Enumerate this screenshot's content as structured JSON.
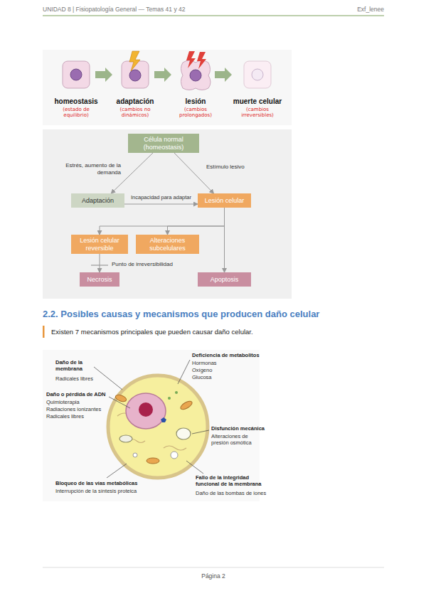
{
  "diagram": {
    "title": "2.2. Posibles causas y mecanismos que producen daño celular",
    "nodes": [
      {
        "text": [
          "Célula normal (homeostasis)"
        ]
      },
      {
        "text": [
          "Adaptación"
        ]
      },
      {
        "text": [
          "Lesión celular"
        ]
      },
      {
        "text": [
          "Lesión celular reversible"
        ]
      },
      {
        "text": [
          "Alteraciones subcelulares"
        ]
      },
      {
        "text": [
          "Necrosis"
        ]
      },
      {
        "text": [
          "Apoptosis"
        ]
      }
    ],
    "edges": [
      {
        "from": 0,
        "to": 1,
        "arrow": "to",
        "label": "Estrés, aumento de la demanda"
      },
      {
        "from": 0,
        "to": 2,
        "arrow": "to",
        "label": "Estímulo lesivo"
      },
      {
        "from": 1,
        "to": 2,
        "arrow": "to",
        "label": "Incapacidad para adaptar"
      },
      {
        "from": 2,
        "to": 3,
        "arrow": "to"
      },
      {
        "from": 2,
        "to": 4,
        "arrow": "to"
      },
      {
        "from": 3,
        "to": 5,
        "arrow": "to",
        "label": "Punto de irreversibilidad"
      },
      {
        "from": 2,
        "to": 6,
        "arrow": "to"
      }
    ],
    "labels": [
      "UNIDAD 8 | Fisiopatología General — Temas 41 y 42",
      "Exf_lenee",
      "homeostasis",
      "(estado de equilibrio)",
      "adaptación",
      "(cambios no dinámicos)",
      "lesión",
      "(cambios prolongados)",
      "muerte celular",
      "(cambios irreversibles)",
      "Existen 7 mecanismos principales que pueden causar daño celular.",
      "Daño de la membrana",
      "Radicales libres",
      "Daño o pérdida de ADN",
      "Quimioterapia",
      "Radiaciones ionizantes",
      "Radicales libres",
      "Bloqueo de las vías metabólicas",
      "Interrupción de la síntesis proteica",
      "Deficiencia de metabolitos",
      "Hormonas",
      "Oxígeno",
      "Glucosa",
      "Disfunción mecánica",
      "Alteraciones de presión osmótica",
      "Fallo de la integridad funcional de la membrana",
      "Daño de las bombas de iones",
      "Página 2"
    ]
  }
}
